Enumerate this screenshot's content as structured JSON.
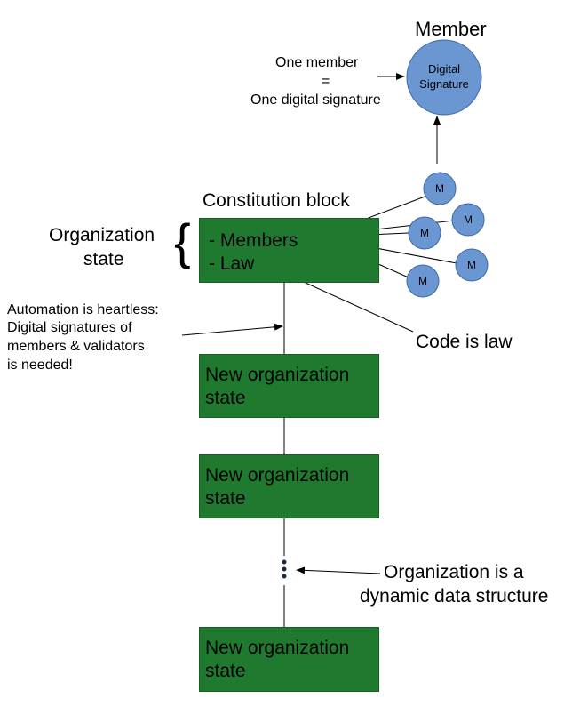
{
  "member": {
    "title": "Member",
    "circle_line1": "Digital",
    "circle_line2": "Signature",
    "note_line1": "One member",
    "note_eq": "=",
    "note_line2": "One digital signature"
  },
  "constitution": {
    "title": "Constitution block",
    "members_label": "- Members",
    "law_label": "- Law",
    "member_mark": "M"
  },
  "org_state_label": {
    "line1": "Organization",
    "line2": "state",
    "brace": "{"
  },
  "automation_note": {
    "line1": "Automation is heartless:",
    "line2": "Digital signatures of",
    "line3": "members & validators",
    "line4": "is needed!"
  },
  "code_is_law": "Code is law",
  "dynamic_note": {
    "line1": "Organization is a",
    "line2": "dynamic data structure"
  },
  "states": [
    {
      "line1": "New organization",
      "line2": "state"
    },
    {
      "line1": "New organization",
      "line2": "state"
    },
    {
      "line1": "New organization",
      "line2": "state"
    }
  ],
  "colors": {
    "block_green": "#1f7a30",
    "circle_blue": "#6a96d2"
  }
}
